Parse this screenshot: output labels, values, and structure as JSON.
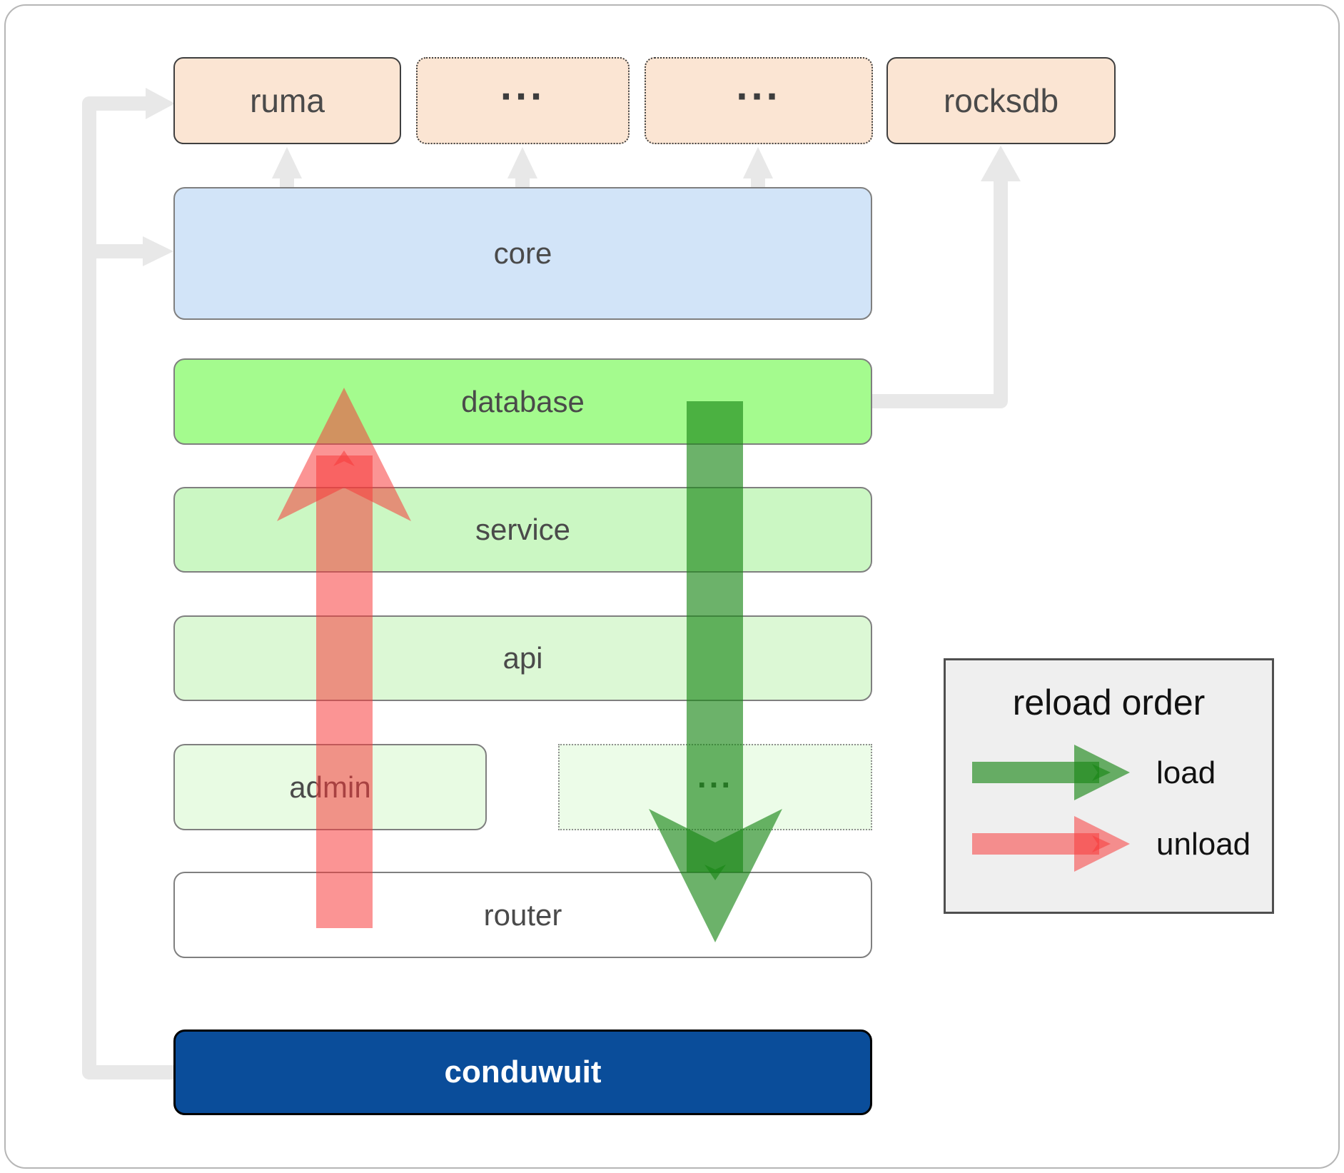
{
  "nodes": {
    "ruma": {
      "label": "ruma"
    },
    "ellipsis_top_1": {
      "label": "..."
    },
    "ellipsis_top_2": {
      "label": "..."
    },
    "rocksdb": {
      "label": "rocksdb"
    },
    "core": {
      "label": "core"
    },
    "database": {
      "label": "database"
    },
    "service": {
      "label": "service"
    },
    "api": {
      "label": "api"
    },
    "admin": {
      "label": "admin"
    },
    "ellipsis_admin": {
      "label": "..."
    },
    "router": {
      "label": "router"
    },
    "conduwuit": {
      "label": "conduwuit"
    }
  },
  "legend": {
    "title": "reload order",
    "items": [
      {
        "label": "load",
        "color": "#199616"
      },
      {
        "label": "unload",
        "color": "#f73a3a"
      }
    ]
  },
  "colors": {
    "peach_node_fill": "#fbe5d3",
    "core_fill": "#d2e4f8",
    "database_fill": "#a4fb8e",
    "service_fill": "#cbf7c3",
    "api_fill": "#dcf8d5",
    "admin_fill": "#e8fbe3",
    "conduwuit_fill": "#0a4d9a",
    "connector_gray": "#e8e8e8",
    "load_arrow": "rgba(25,135,22,0.64)",
    "unload_arrow": "rgba(247,57,58,0.54)",
    "legend_bg": "#efefef"
  }
}
